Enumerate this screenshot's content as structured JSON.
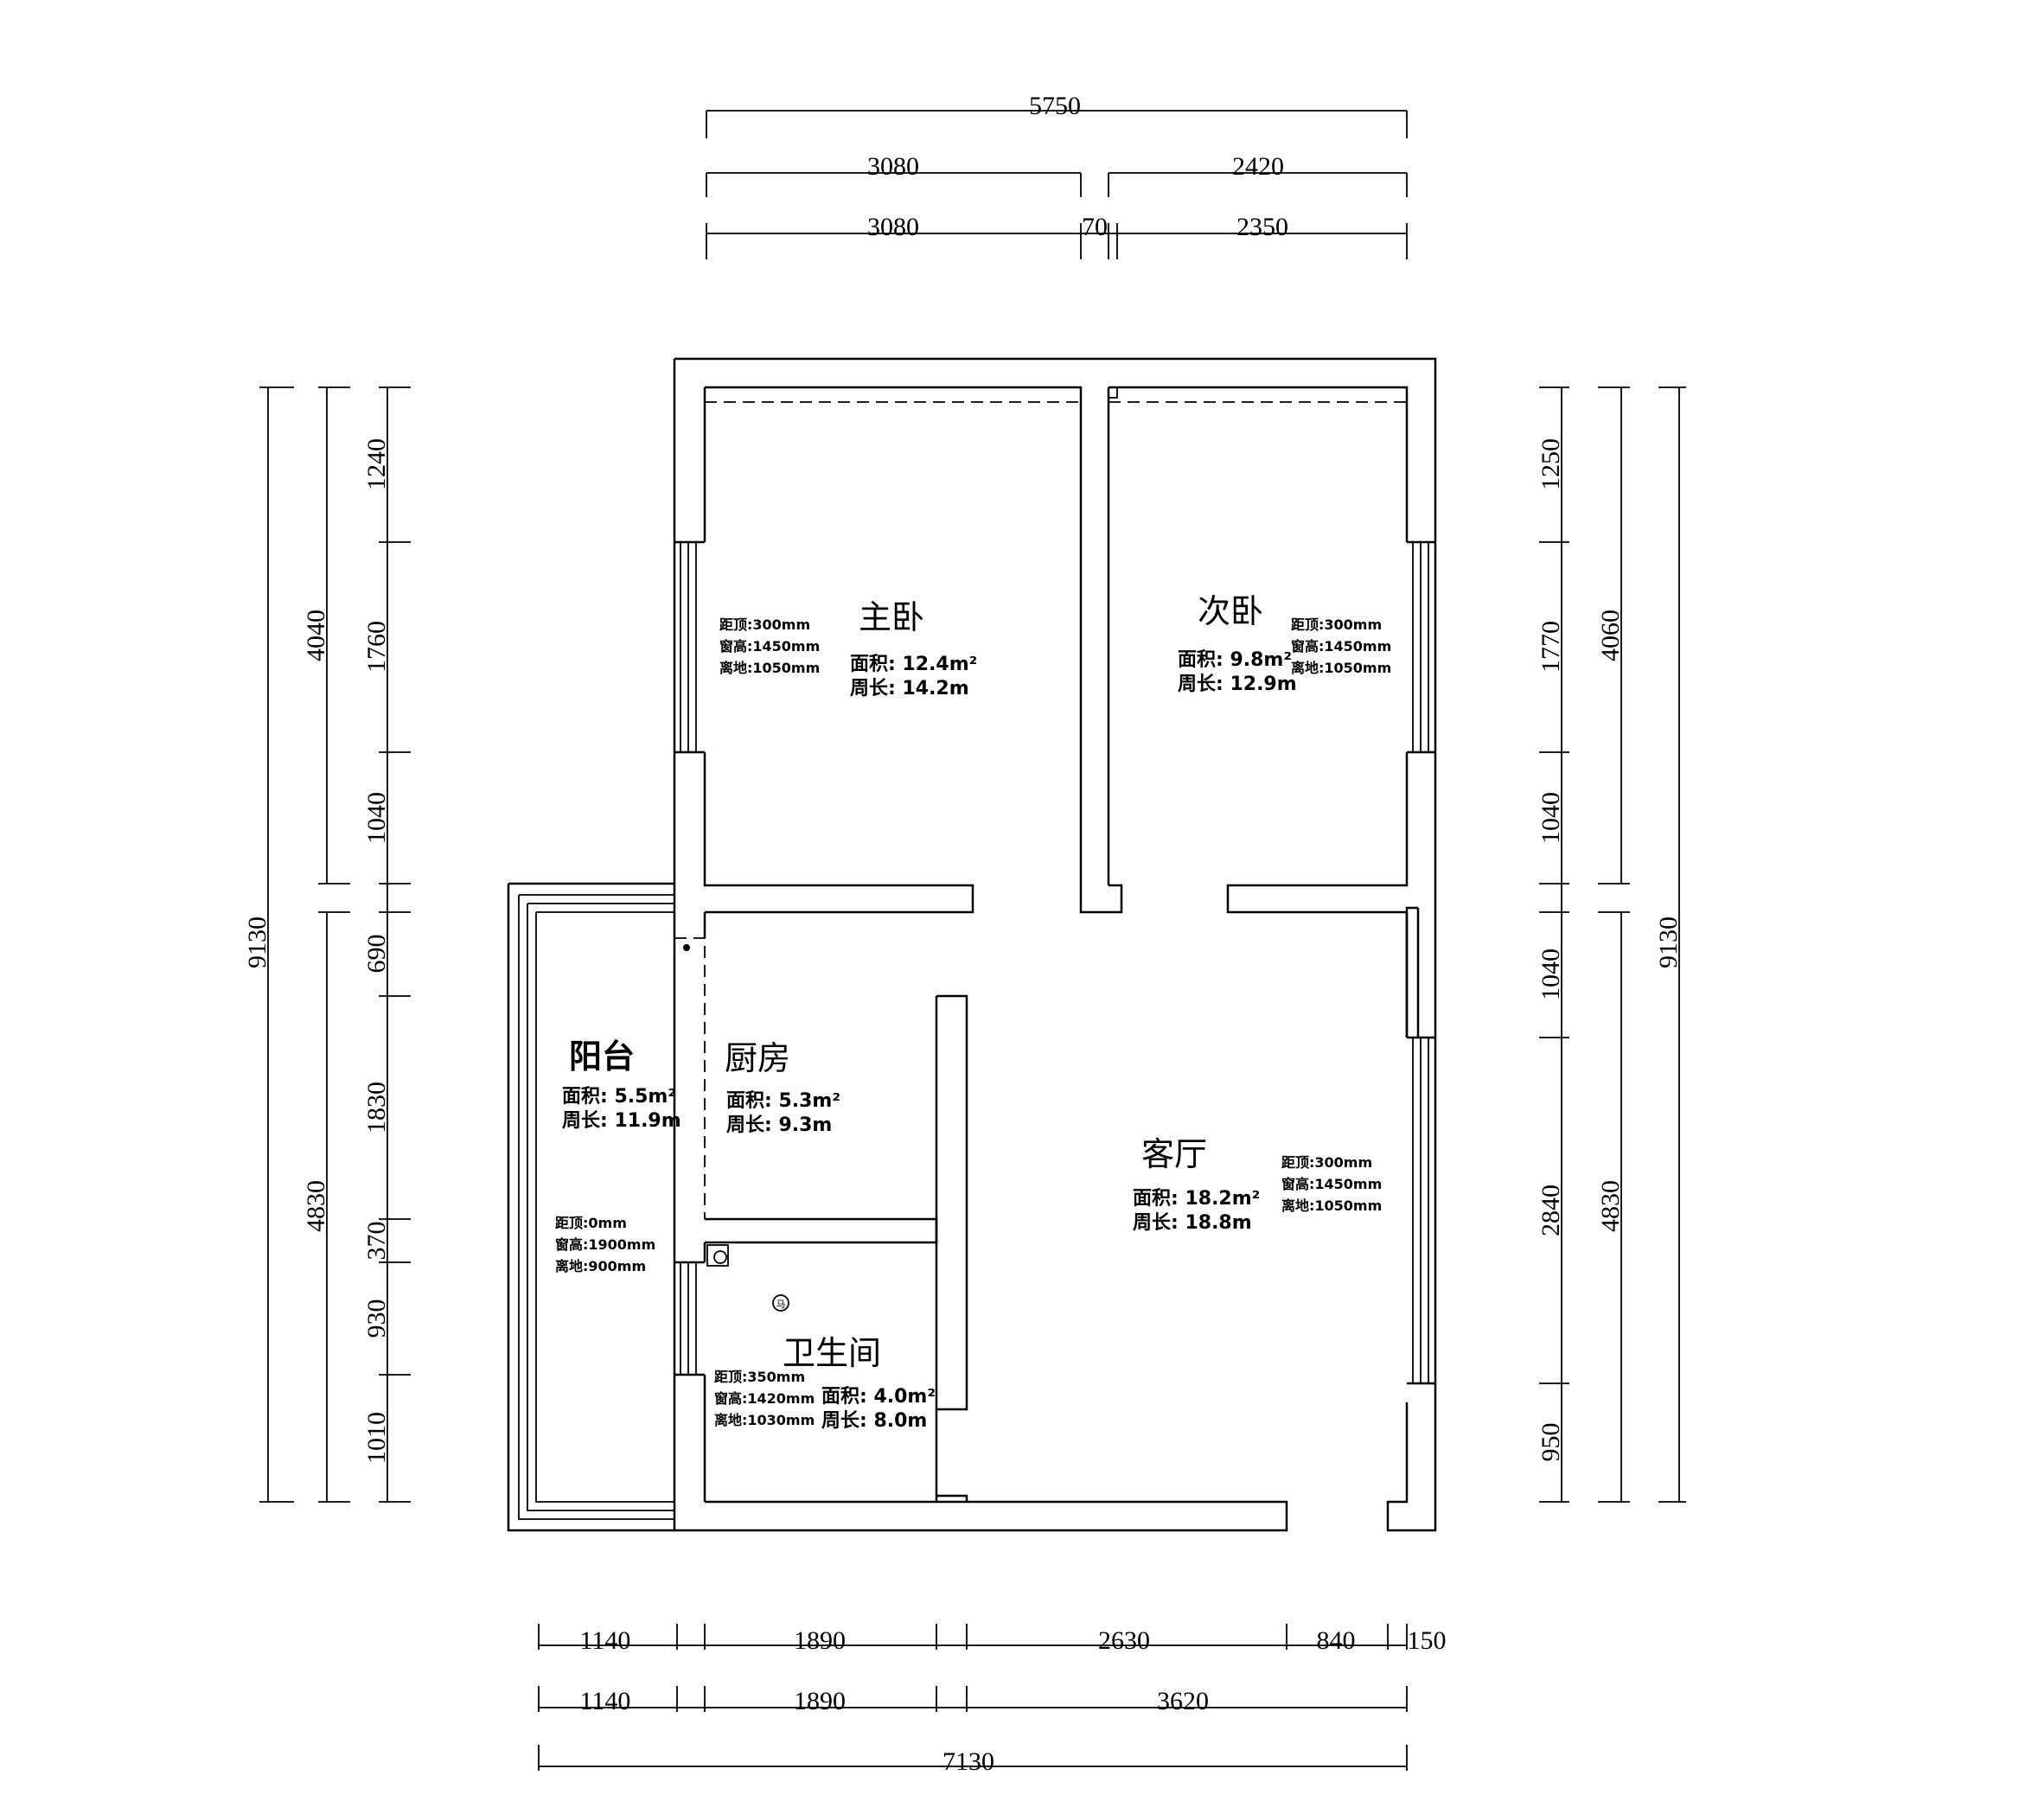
{
  "dimensions": {
    "top": {
      "overall": "5750",
      "row2": [
        "3080",
        "2420"
      ],
      "row3": [
        "3080",
        "70",
        "2350"
      ]
    },
    "bottom": {
      "row1": [
        "1140",
        "1890",
        "2630",
        "840",
        "150"
      ],
      "row2": [
        "1140",
        "1890",
        "3620"
      ],
      "overall": "7130"
    },
    "left": {
      "overall": "9130",
      "mid": [
        "4040",
        "4830"
      ],
      "detail": [
        "1240",
        "1760",
        "1040",
        "690",
        "1830",
        "370",
        "930",
        "1010"
      ]
    },
    "right": {
      "overall": "9130",
      "mid": [
        "4060",
        "4830"
      ],
      "detail": [
        "1250",
        "1770",
        "1040",
        "1040",
        "2840",
        "950"
      ]
    }
  },
  "rooms": {
    "master_bedroom": {
      "name": "主卧",
      "area": "面积: 12.4m²",
      "perimeter": "周长: 14.2m",
      "window": [
        "距顶:300mm",
        "窗高:1450mm",
        "离地:1050mm"
      ]
    },
    "second_bedroom": {
      "name": "次卧",
      "area": "面积: 9.8m²",
      "perimeter": "周长: 12.9m",
      "window": [
        "距顶:300mm",
        "窗高:1450mm",
        "离地:1050mm"
      ]
    },
    "balcony": {
      "name": "阳台",
      "area": "面积: 5.5m²",
      "perimeter": "周长: 11.9m",
      "window": [
        "距顶:0mm",
        "窗高:1900mm",
        "离地:900mm"
      ]
    },
    "kitchen": {
      "name": "厨房",
      "area": "面积: 5.3m²",
      "perimeter": "周长: 9.3m"
    },
    "living_room": {
      "name": "客厅",
      "area": "面积: 18.2m²",
      "perimeter": "周长: 18.8m",
      "window": [
        "距顶:300mm",
        "窗高:1450mm",
        "离地:1050mm"
      ]
    },
    "bathroom": {
      "name": "卫生间",
      "area": "面积: 4.0m²",
      "perimeter": "周长: 8.0m",
      "window": [
        "距顶:350mm",
        "窗高:1420mm",
        "离地:1030mm"
      ],
      "fixture_label": "马"
    }
  }
}
